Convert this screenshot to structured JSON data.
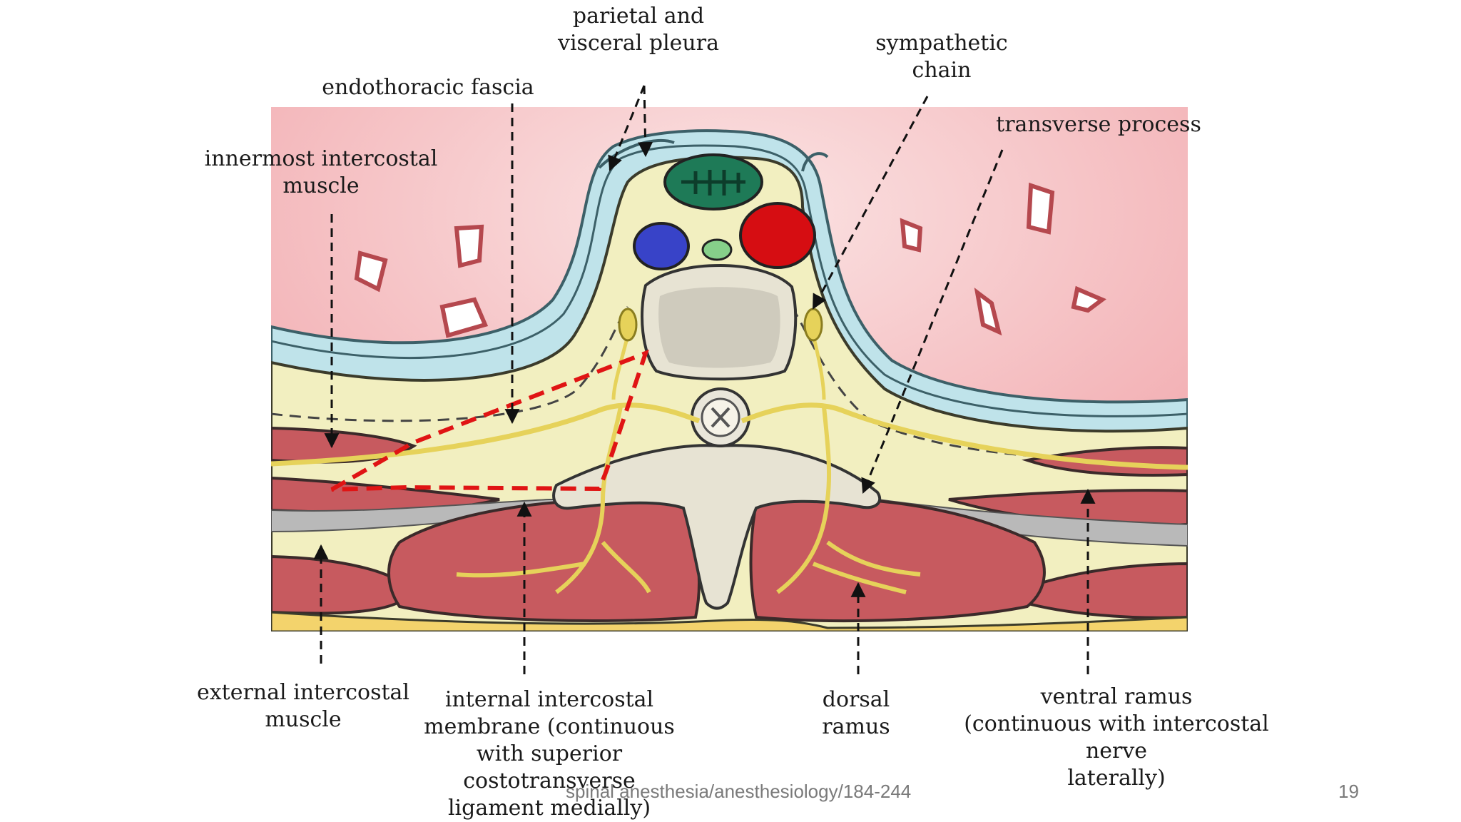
{
  "colors": {
    "muscle": "#c75a5f",
    "lung": "#f3c4c6",
    "fat": "#f2efc0",
    "pleura": "#bfe3ea",
    "bone": "#e7e3d3",
    "nerve": "#e6d25a",
    "aorta": "#d60d12",
    "azygos": "#3843c8",
    "esophagus": "#1e7a57",
    "paravertebral_outline": "#e01414"
  },
  "labels": {
    "parietal_visceral_pleura": "parietal and\nvisceral pleura",
    "sympathetic_chain": "sympathetic\nchain",
    "endothoracic_fascia": "endothoracic fascia",
    "transverse_process": "transverse process",
    "innermost_intercostal": "innermost intercostal\nmuscle",
    "external_intercostal": "external intercostal\nmuscle",
    "internal_intercostal_membrane": "internal intercostal\nmembrane (continuous\nwith superior\ncostotransverse\nligament medially)",
    "dorsal_ramus": "dorsal\nramus",
    "ventral_ramus": "ventral ramus\n(continuous with intercostal\nnerve\nlaterally)"
  },
  "footer": {
    "source": "spinal anesthesia/anesthesiology/184-244",
    "page_number": "19"
  }
}
